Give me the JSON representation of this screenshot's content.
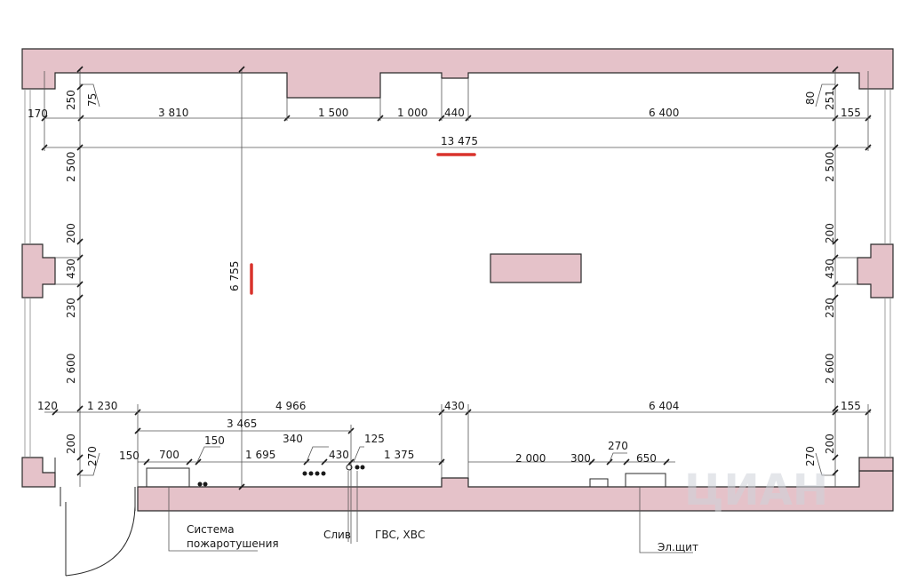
{
  "dimensions": {
    "top_170": "170",
    "top_250": "250",
    "top_75": "75",
    "top_3810": "3 810",
    "top_1500": "1 500",
    "top_1000": "1 000",
    "top_440": "440",
    "top_6400": "6 400",
    "top_80": "80",
    "top_251": "251",
    "top_155": "155",
    "total_width": "13 475",
    "total_height": "6 755",
    "left_2500": "2 500",
    "left_200a": "200",
    "left_430": "430",
    "left_230": "230",
    "left_2600": "2 600",
    "left_200b": "200",
    "left_270": "270",
    "left_120": "120",
    "right_2500": "2 500",
    "right_200a": "200",
    "right_430": "430",
    "right_230": "230",
    "right_2600": "2 600",
    "right_200b": "200",
    "right_270": "270",
    "bottom_1230": "1 230",
    "bottom_4966": "4 966",
    "bottom_430": "430",
    "bottom_6404": "6 404",
    "bottom_155": "155",
    "bottom_3465": "3 465",
    "bottom_150a": "150",
    "bottom_700": "700",
    "bottom_150b": "150",
    "bottom_1695": "1 695",
    "bottom_340": "340",
    "bottom_430b": "430",
    "bottom_125": "125",
    "bottom_1375": "1 375",
    "bottom_2000": "2 000",
    "bottom_300": "300",
    "bottom_270": "270",
    "bottom_650": "650"
  },
  "labels": {
    "fire_system_line1": "Система",
    "fire_system_line2": "пожаротушения",
    "drain": "Слив",
    "water": "ГВС, ХВС",
    "electrical_panel": "Эл.щит"
  },
  "colors": {
    "wall": "#e5c2c9",
    "highlight": "#d9322b"
  }
}
